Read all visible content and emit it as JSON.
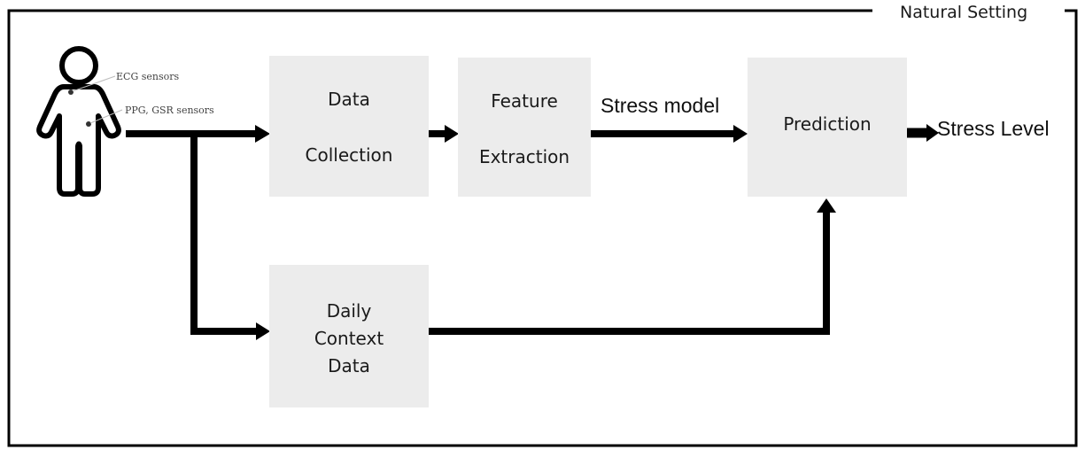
{
  "frame": {
    "label": "Natural Setting"
  },
  "person": {
    "sensor_labels": [
      "ECG sensors",
      "PPG, GSR sensors"
    ]
  },
  "nodes": {
    "data_collection": {
      "lines": [
        "Data",
        "Collection"
      ]
    },
    "feature_extraction": {
      "lines": [
        "Feature",
        "Extraction"
      ]
    },
    "prediction": {
      "lines": [
        "Prediction"
      ]
    },
    "daily_context": {
      "lines": [
        "Daily",
        "Context",
        "Data"
      ]
    }
  },
  "edges": {
    "stress_model_label": "Stress model",
    "output_label": "Stress Level"
  },
  "colors": {
    "box_fill": "#ececec",
    "line": "#000000",
    "text": "#1a1a1a"
  }
}
